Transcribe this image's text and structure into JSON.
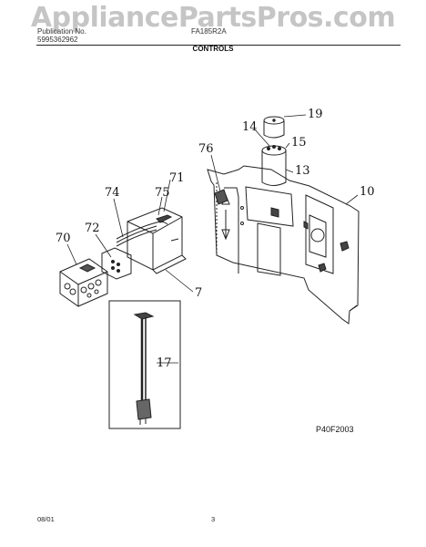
{
  "watermark": "AppliancePartsPros.com",
  "header": {
    "left_line1": "Publication No.",
    "left_line2": "5995362962",
    "right_line1": "FA185R2A"
  },
  "section_title": "CONTROLS",
  "callouts": [
    "19",
    "14",
    "15",
    "76",
    "13",
    "71",
    "74",
    "75",
    "10",
    "72",
    "70",
    "7",
    "17"
  ],
  "figure_code": "P40F2003",
  "footer": {
    "date": "08/01",
    "page": "3"
  }
}
